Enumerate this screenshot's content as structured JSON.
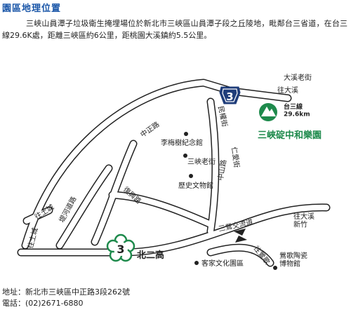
{
  "header": {
    "title": "園區地理位置",
    "description": "三峽山員潭子垃圾衛生掩埋場位於新北市三峽區山員潭子段之丘陵地，毗鄰台三省道，在台三線29.6K處，距離三峽區約6公里，距桃園大溪鎮約5.5公里。"
  },
  "map": {
    "roads": {
      "da_xi_lao_jie": "大溪老街",
      "wang_da_xi_top": "往大溪",
      "zhong_zheng_lu": "中正路",
      "min_quan_jie": "民權街",
      "ren_ai_jie": "仁愛街",
      "fu_he_lu": "復興路",
      "zhong_shan_lu": "中山路",
      "qi_he_dao_lu": "堤河道路",
      "wang_tu_cheng": "往土城",
      "wang_tu_cheng_2": "往土城",
      "north_second_highway": "北二高",
      "san_ying_interchange": "三鶯交流道",
      "wang_da_xi_hsinchu": "往大溪\n新竹",
      "wang_ying_ge": "往鶯歌"
    },
    "route_shields": {
      "provincial": "3",
      "national": "3"
    },
    "park": {
      "name": "三峽碇中和樂園",
      "marker_label": "台三線\n29.6km"
    },
    "landmarks": [
      "李梅樹紀念館",
      "三峽老街",
      "歷史文物館",
      "客家文化園區",
      "鶯歌陶瓷\n博物館"
    ],
    "colors": {
      "road": "#222222",
      "title": "#1a56a8",
      "park_green": "#1e8a4c",
      "shield_blue": "#1f3d7a"
    }
  },
  "footer": {
    "address": "地址：新北市三峽區中正路3段262號",
    "phone": "電話：(02)2671-6880"
  }
}
